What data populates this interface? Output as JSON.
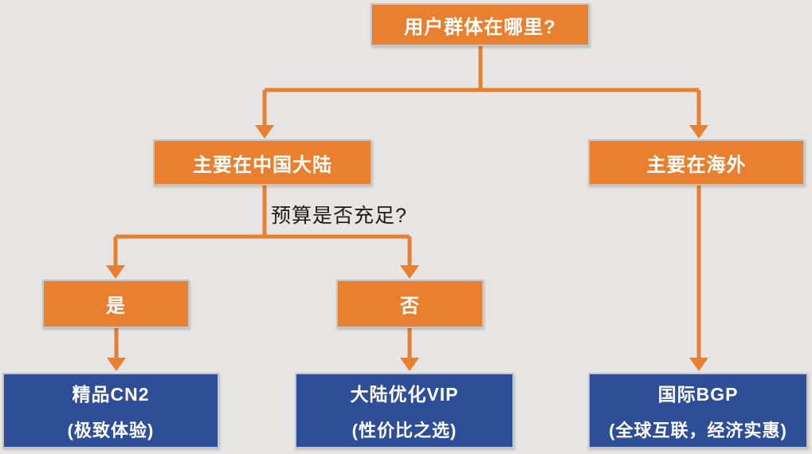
{
  "colors": {
    "background": "#e6e5e3",
    "node_orange": "#e8802f",
    "node_blue": "#2e4f97",
    "node_text": "#ffffff",
    "arrow": "#e8802f",
    "node_border": "#c6c5c3",
    "question_text": "#1b1b19"
  },
  "flowchart": {
    "root": {
      "label": "用户群体在哪里?"
    },
    "branch_mainland": {
      "label": "主要在中国大陆"
    },
    "branch_overseas": {
      "label": "主要在海外"
    },
    "budget_question": {
      "label": "预算是否充足?"
    },
    "answer_yes": {
      "label": "是"
    },
    "answer_no": {
      "label": "否"
    },
    "leaf_cn2": {
      "title": "精品CN2",
      "subtitle": "(极致体验)"
    },
    "leaf_vip": {
      "title": "大陆优化VIP",
      "subtitle": "(性价比之选)"
    },
    "leaf_bgp": {
      "title": "国际BGP",
      "subtitle": "(全球互联，经济实惠)"
    }
  }
}
